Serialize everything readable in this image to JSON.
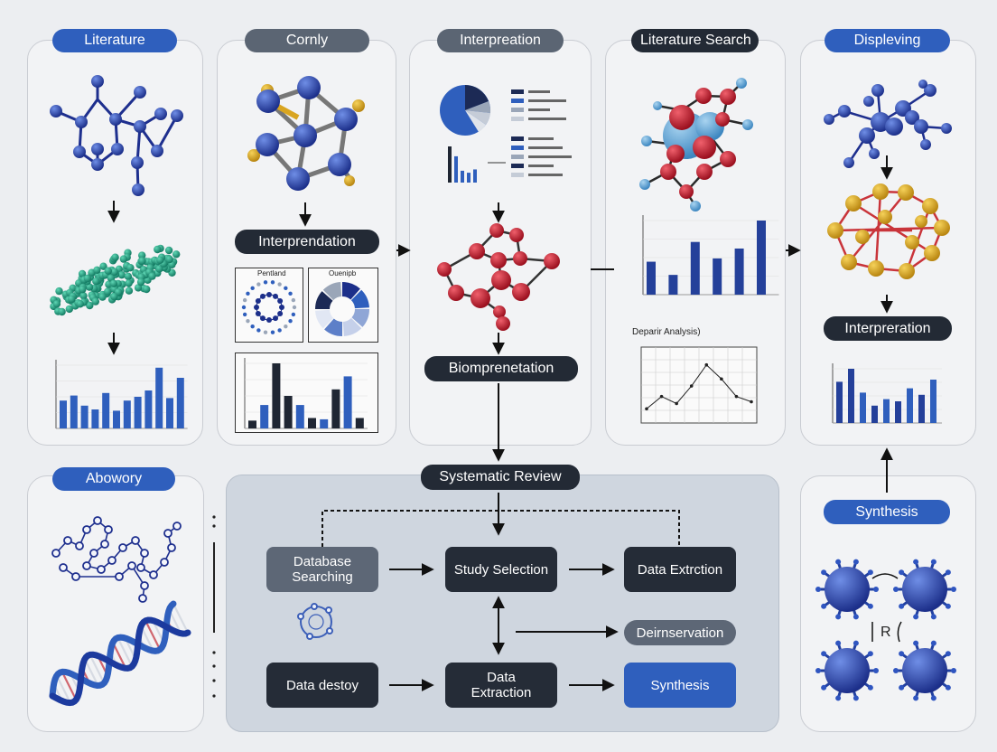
{
  "panels": {
    "col1": {
      "title": "Literature"
    },
    "col2": {
      "title": "Cornly",
      "node": "Interprendation",
      "chart_a_title": "Pentland",
      "chart_b_title": "Ouenipb"
    },
    "col3": {
      "title": "Interpreation",
      "node": "Biomprenetation"
    },
    "col4": {
      "title": "Literature Search",
      "line_chart_title": "Deparir Analysis)"
    },
    "col5": {
      "title": "Displeving",
      "node": "Interpreration"
    },
    "bottom_left": {
      "title": "Abowory"
    },
    "bottom_right": {
      "title": "Synthesis",
      "center_label": "R"
    }
  },
  "systematic_review": {
    "title": "Systematic Review",
    "nodes": {
      "database_searching": "Database\nSearching",
      "study_selection": "Study Selection",
      "data_extrction": "Data Extrction",
      "data_destoy": "Data destoy",
      "data_extraction": "Data\nExtraction",
      "synthesis": "Synthesis",
      "deinservation": "Deirnservation"
    }
  },
  "colors": {
    "accent_blue": "#2f5fbd",
    "molecule_blue": "#2a45a8",
    "molecule_red": "#c41a2c",
    "molecule_gold": "#d9a520",
    "molecule_green": "#1fa486",
    "dark_node": "#252c37",
    "grey_node": "#5d6776"
  },
  "charts": {
    "col1_bars": [
      22,
      26,
      18,
      15,
      28,
      14,
      22,
      25,
      30,
      48,
      24,
      40
    ],
    "col2_bars": [
      6,
      18,
      50,
      25,
      18,
      8,
      7,
      30,
      40,
      8
    ],
    "col2_bars_colors": [
      "d",
      "b",
      "d",
      "d",
      "b",
      "d",
      "b",
      "d",
      "b",
      "d"
    ],
    "col3_bars": [
      55,
      40,
      18,
      15,
      20
    ],
    "col4_bars": [
      20,
      12,
      32,
      22,
      28,
      45
    ],
    "col4_line": [
      5,
      12,
      8,
      18,
      30,
      22,
      12,
      9
    ],
    "col5_bars": [
      38,
      50,
      28,
      16,
      22,
      20,
      32,
      26,
      40
    ],
    "col5_bars_colors": [
      "d",
      "d",
      "b",
      "d",
      "b",
      "d",
      "b",
      "d",
      "b"
    ]
  }
}
